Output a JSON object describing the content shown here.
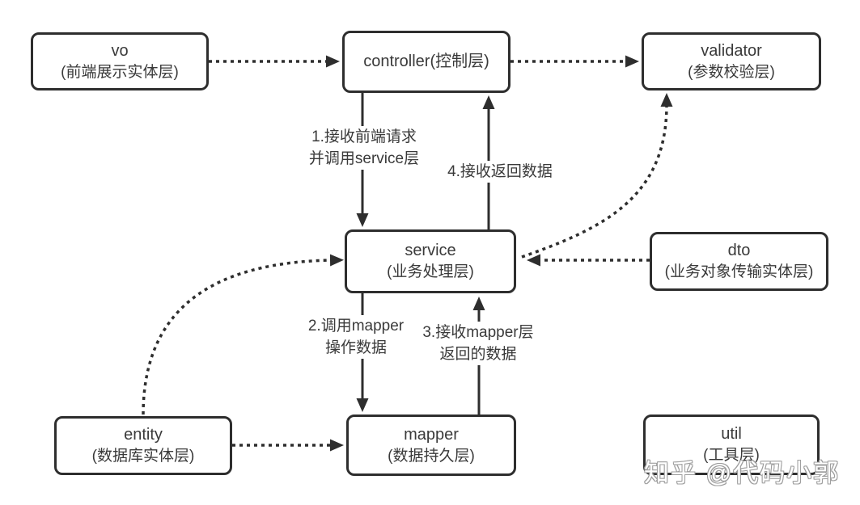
{
  "diagram": {
    "nodes": {
      "vo": {
        "title": "vo",
        "subtitle": "(前端展示实体层)"
      },
      "controller": {
        "title": "controller(控制层)",
        "subtitle": ""
      },
      "validator": {
        "title": "validator",
        "subtitle": "(参数校验层)"
      },
      "service": {
        "title": "service",
        "subtitle": "(业务处理层)"
      },
      "dto": {
        "title": "dto",
        "subtitle": "(业务对象传输实体层)"
      },
      "entity": {
        "title": "entity",
        "subtitle": "(数据库实体层)"
      },
      "mapper": {
        "title": "mapper",
        "subtitle": "(数据持久层)"
      },
      "util": {
        "title": "util",
        "subtitle": "(工具层)"
      }
    },
    "edge_labels": {
      "step1": {
        "line1": "1.接收前端请求",
        "line2": "并调用service层"
      },
      "step4": {
        "line1": "4.接收返回数据",
        "line2": ""
      },
      "step2": {
        "line1": "2.调用mapper",
        "line2": "操作数据"
      },
      "step3": {
        "line1": "3.接收mapper层",
        "line2": "返回的数据"
      }
    },
    "colors": {
      "line": "#2e2e2e",
      "text": "#3a3a3a",
      "background": "#ffffff"
    }
  },
  "watermark": {
    "text": "知乎 @代码小郭"
  }
}
